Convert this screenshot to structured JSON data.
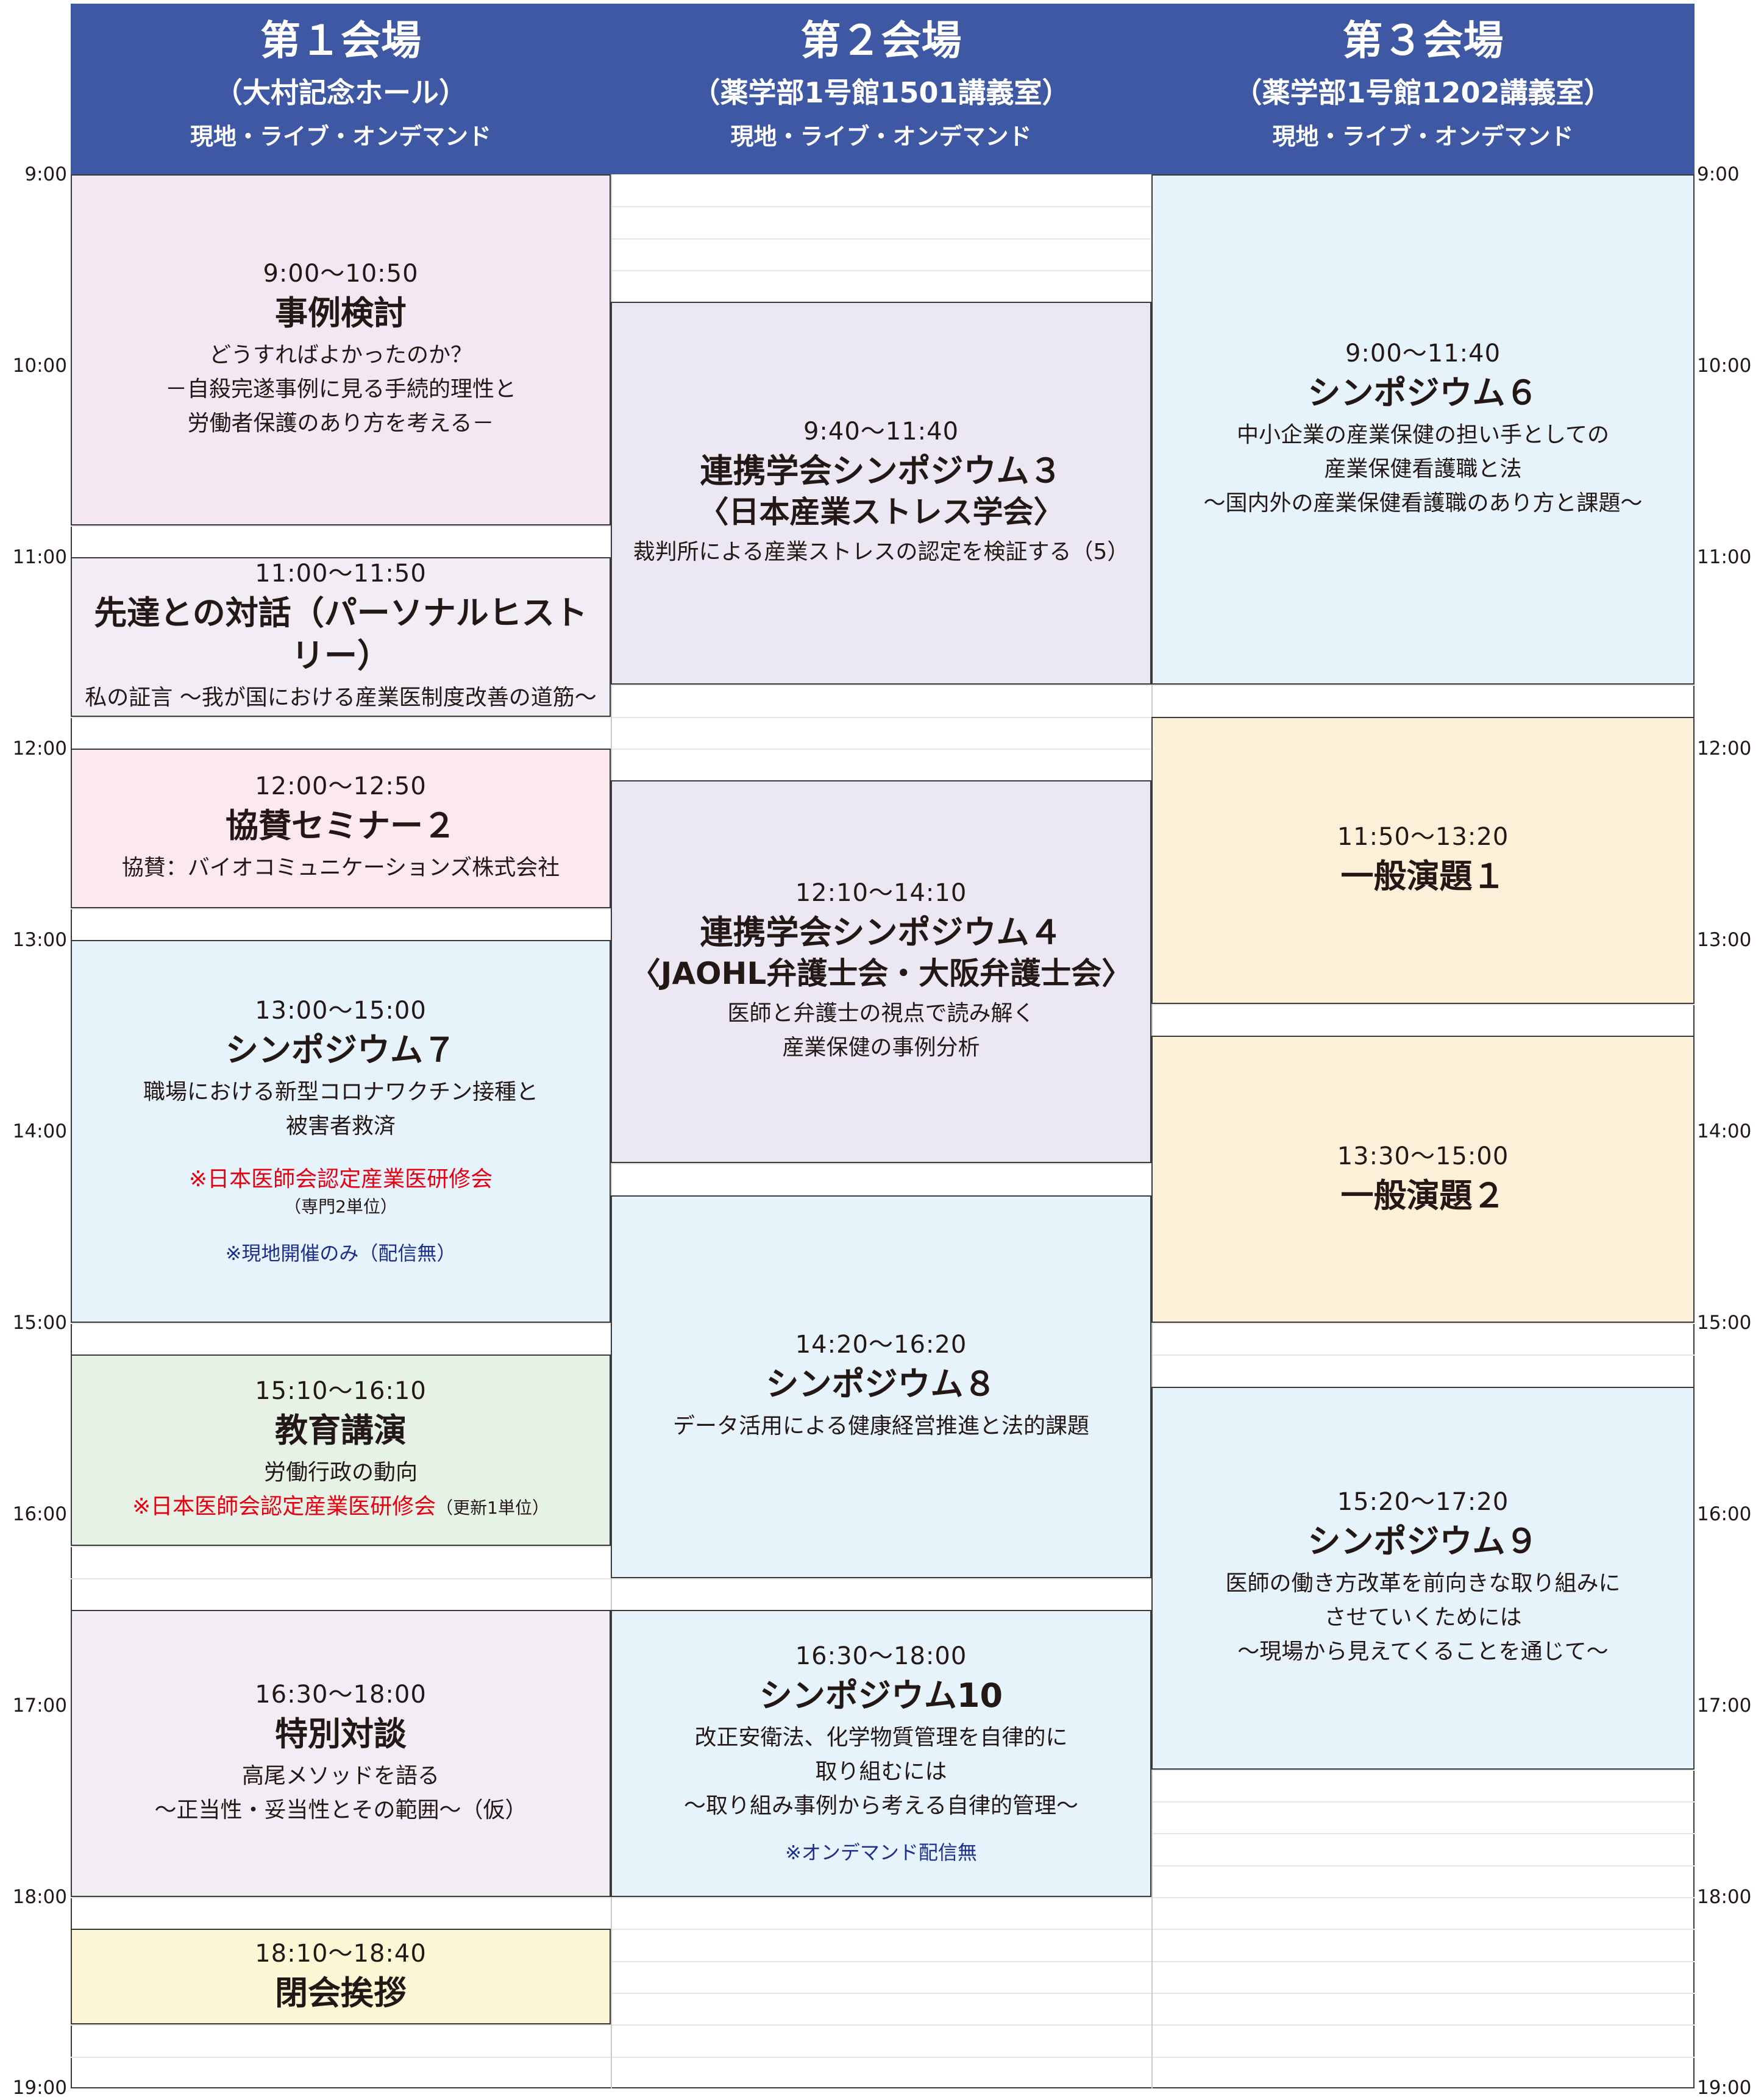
{
  "venues": [
    {
      "name": "第１会場",
      "room": "（大村記念ホール）",
      "mode": "現地・ライブ・オンデマンド"
    },
    {
      "name": "第２会場",
      "room": "（薬学部1号館1501講義室）",
      "mode": "現地・ライブ・オンデマンド"
    },
    {
      "name": "第３会場",
      "room": "（薬学部1号館1202講義室）",
      "mode": "現地・ライブ・オンデマンド"
    }
  ],
  "time_labels": [
    "9:00",
    "10:00",
    "11:00",
    "12:00",
    "13:00",
    "14:00",
    "15:00",
    "16:00",
    "17:00",
    "18:00",
    "19:00"
  ],
  "sessions": {
    "v1": [
      {
        "start": "9:00",
        "end": "10:50",
        "time": "9:00〜10:50",
        "title": "事例検討",
        "desc": "どうすればよかったのか？\n－自殺完遂事例に見る手続的理性と\n労働者保護のあり方を考える－",
        "color": "#f3e8f1"
      },
      {
        "start": "11:00",
        "end": "11:50",
        "time": "11:00〜11:50",
        "title": "先達との対話（パーソナルヒストリー）",
        "desc": "私の証言 〜我が国における産業医制度改善の道筋〜",
        "color": "#f2ecf4"
      },
      {
        "start": "12:00",
        "end": "12:50",
        "time": "12:00〜12:50",
        "title": "協賛セミナー２",
        "desc": "協賛：バイオコミュニケーションズ株式会社",
        "color": "#fbe9ef"
      },
      {
        "start": "13:00",
        "end": "15:00",
        "time": "13:00〜15:00",
        "title": "シンポジウム７",
        "desc": "職場における新型コロナワクチン接種と\n被害者救済",
        "note_red": "※日本医師会認定産業医研修会",
        "note_small": "（専門2単位）",
        "note_blue": "※現地開催のみ（配信無）",
        "color": "#e7f3fb"
      },
      {
        "start": "15:10",
        "end": "16:10",
        "time": "15:10〜16:10",
        "title": "教育講演",
        "desc": "労働行政の動向",
        "note_red": "※日本医師会認定産業医研修会",
        "note_small": "（更新1単位）",
        "color": "#e6f2e6"
      },
      {
        "start": "16:30",
        "end": "18:00",
        "time": "16:30〜18:00",
        "title": "特別対談",
        "desc": "高尾メソッドを語る\n〜正当性・妥当性とその範囲〜（仮）",
        "color": "#f2ecf4"
      },
      {
        "start": "18:10",
        "end": "18:40",
        "time": "18:10〜18:40",
        "title": "閉会挨拶",
        "color": "#fdf7d5"
      }
    ],
    "v2": [
      {
        "start": "9:40",
        "end": "11:40",
        "time": "9:40〜11:40",
        "title": "連携学会シンポジウム３",
        "subtitle": "〈日本産業ストレス学会〉",
        "desc": "裁判所による産業ストレスの認定を検証する（5）",
        "color": "#ebe8f3"
      },
      {
        "start": "12:10",
        "end": "14:10",
        "time": "12:10〜14:10",
        "title": "連携学会シンポジウム４",
        "subtitle": "〈JAOHL弁護士会・大阪弁護士会〉",
        "desc": "医師と弁護士の視点で読み解く\n産業保健の事例分析",
        "color": "#ebe8f3"
      },
      {
        "start": "14:20",
        "end": "16:20",
        "time": "14:20〜16:20",
        "title": "シンポジウム８",
        "desc": "データ活用による健康経営推進と法的課題",
        "color": "#e7f3fb"
      },
      {
        "start": "16:30",
        "end": "18:00",
        "time": "16:30〜18:00",
        "title": "シンポジウム10",
        "desc": "改正安衛法、化学物質管理を自律的に\n取り組むには\n〜取り組み事例から考える自律的管理〜",
        "note_blue": "※オンデマンド配信無",
        "color": "#e7f3fb"
      }
    ],
    "v3": [
      {
        "start": "9:00",
        "end": "11:40",
        "time": "9:00〜11:40",
        "title": "シンポジウム６",
        "desc": "中小企業の産業保健の担い手としての\n産業保健看護職と法\n〜国内外の産業保健看護職のあり方と課題〜",
        "color": "#e7f3fb"
      },
      {
        "start": "11:50",
        "end": "13:20",
        "time": "11:50〜13:20",
        "title": "一般演題１",
        "color": "#fdf0d8"
      },
      {
        "start": "13:30",
        "end": "15:00",
        "time": "13:30〜15:00",
        "title": "一般演題２",
        "color": "#fdf0d8"
      },
      {
        "start": "15:20",
        "end": "17:20",
        "time": "15:20〜17:20",
        "title": "シンポジウム９",
        "desc": "医師の働き方改革を前向きな取り組みに\nさせていくためには\n〜現場から見えてくることを通じて〜",
        "color": "#e7f3fb"
      }
    ]
  }
}
